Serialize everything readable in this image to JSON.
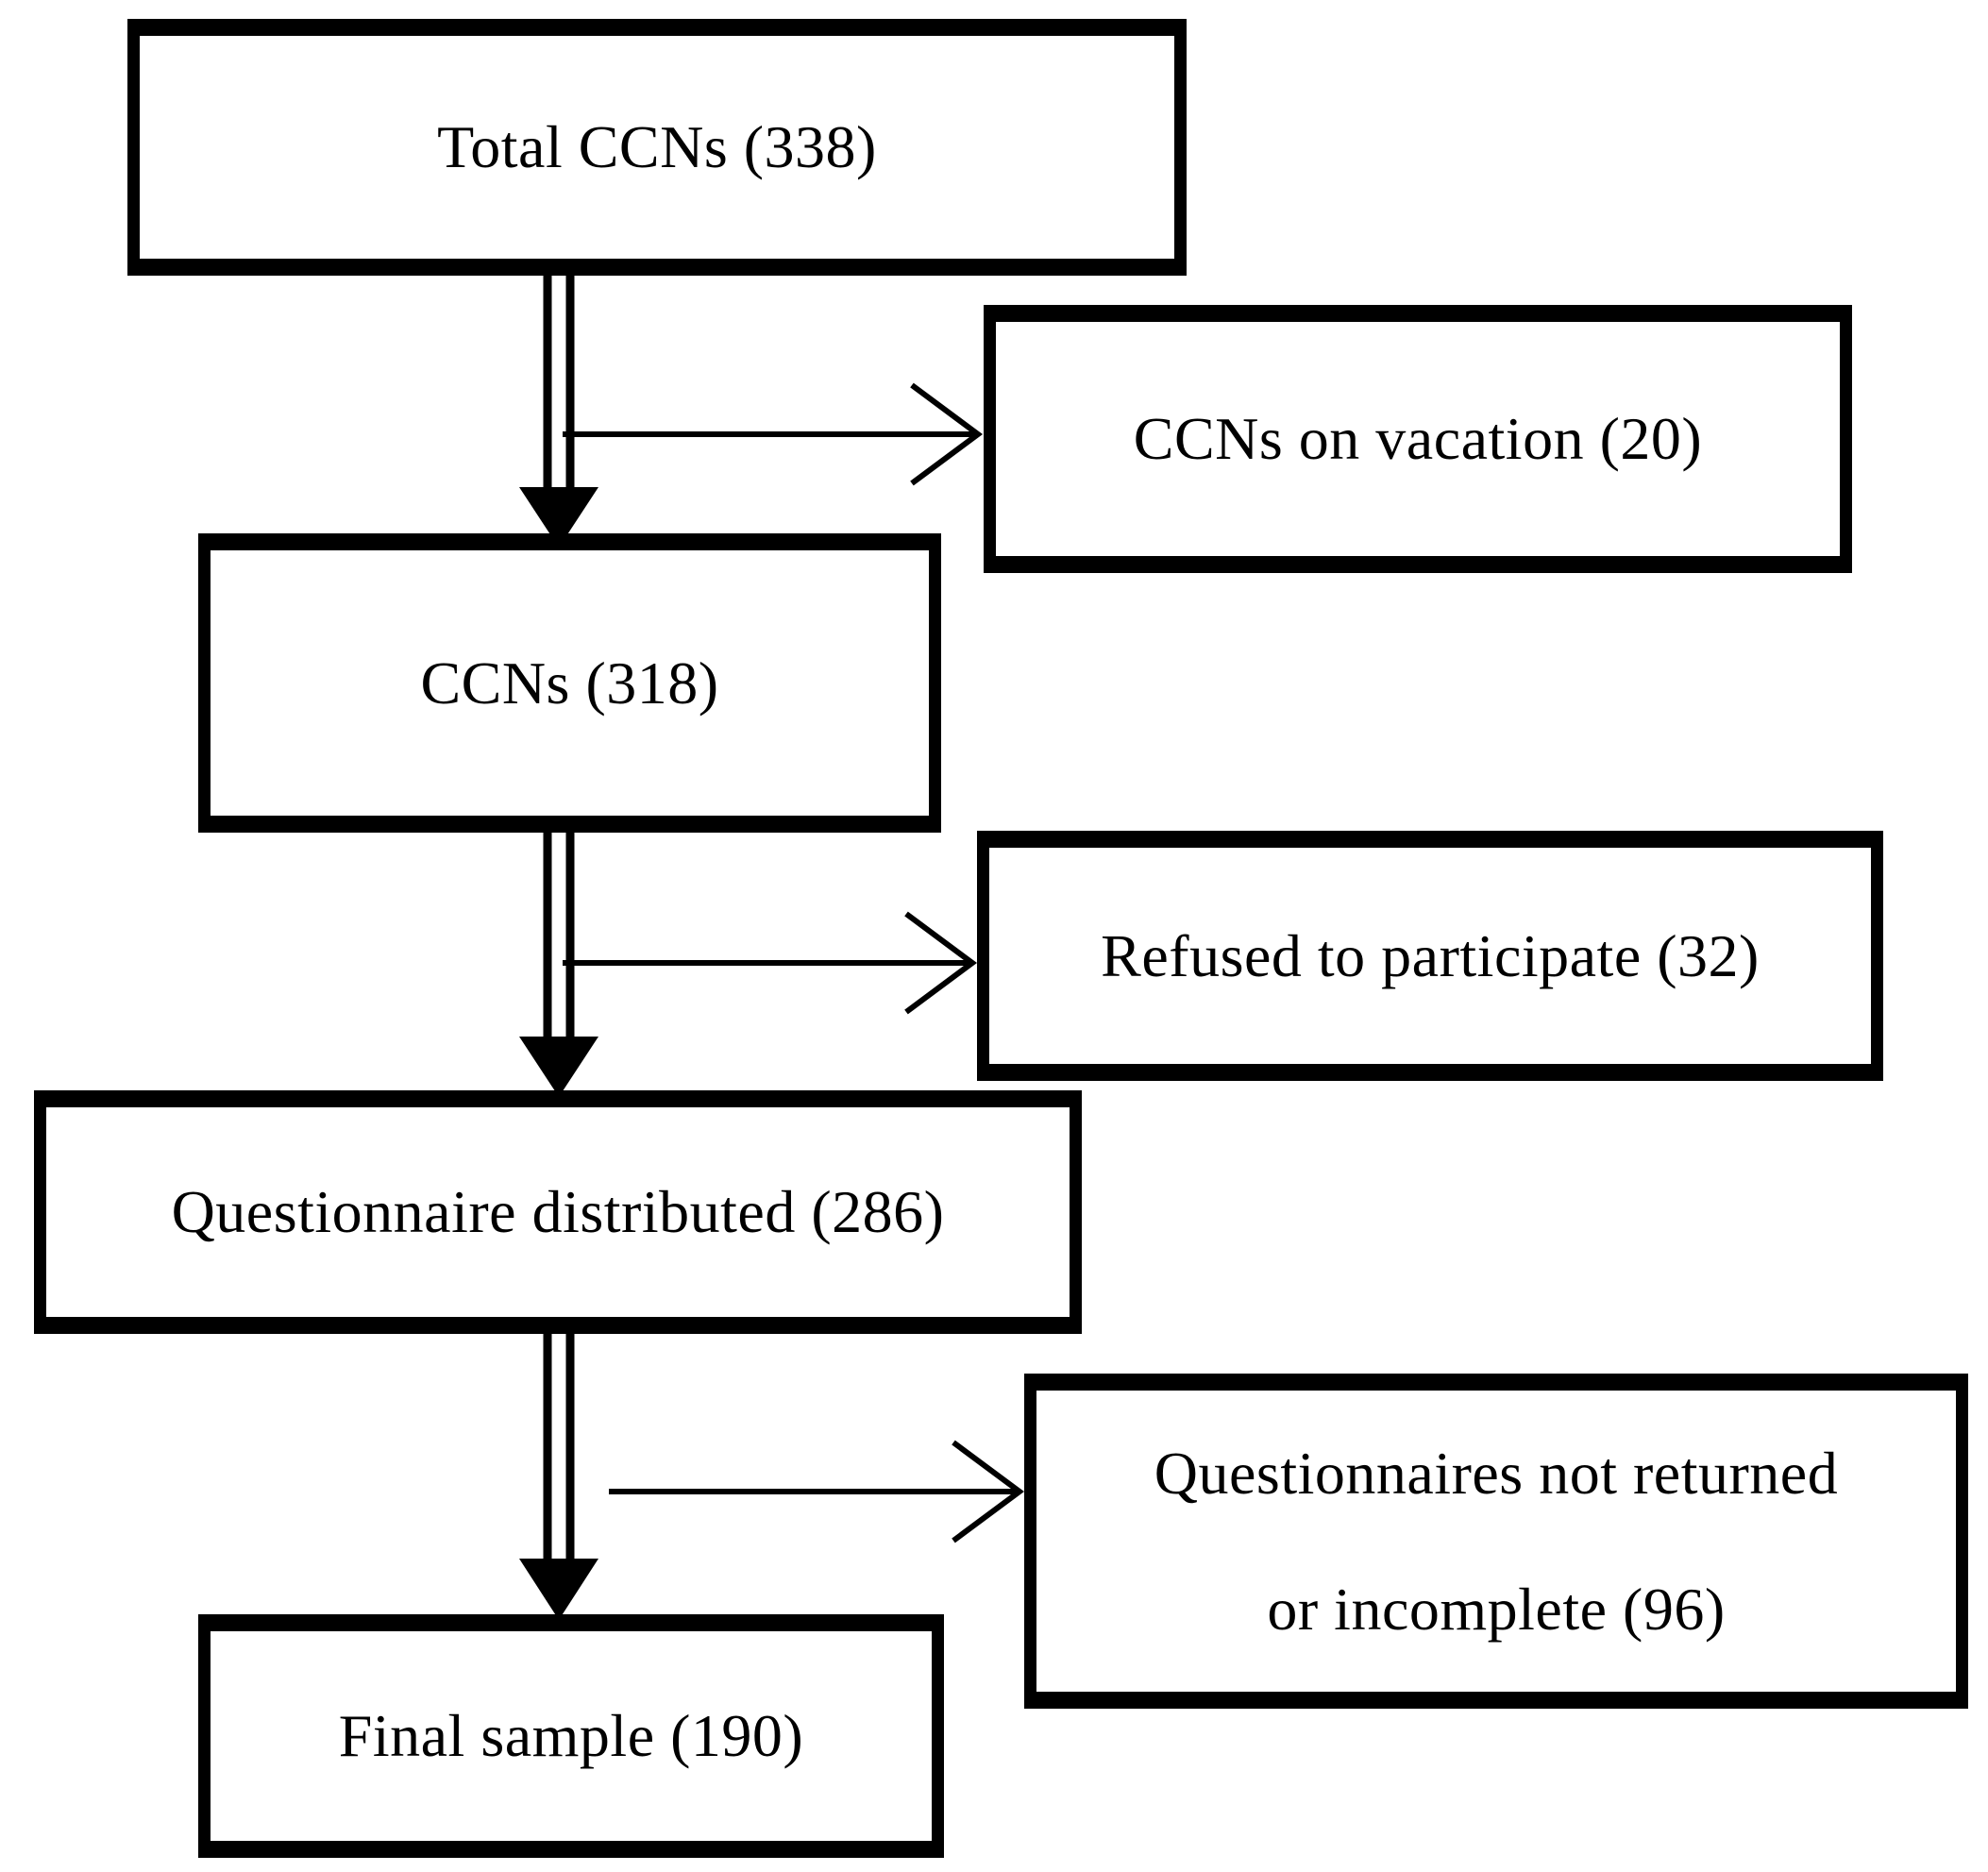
{
  "diagram": {
    "type": "flowchart",
    "background_color": "#ffffff",
    "line_color": "#000000",
    "nodes": {
      "total": {
        "label": "Total CCNs (338)"
      },
      "vacation": {
        "label": "CCNs on vacation (20)"
      },
      "ccns": {
        "label": "CCNs (318)"
      },
      "refused": {
        "label": "Refused to participate (32)"
      },
      "distributed": {
        "label": "Questionnaire distributed (286)"
      },
      "not_returned": {
        "line1": "Questionnaires not returned",
        "line2": "or incomplete (96)"
      },
      "final": {
        "label": "Final sample (190)"
      }
    },
    "flow": [
      {
        "from": "total",
        "to": "ccns",
        "branch_to": "vacation"
      },
      {
        "from": "ccns",
        "to": "distributed",
        "branch_to": "refused"
      },
      {
        "from": "distributed",
        "to": "final",
        "branch_to": "not_returned"
      }
    ]
  }
}
